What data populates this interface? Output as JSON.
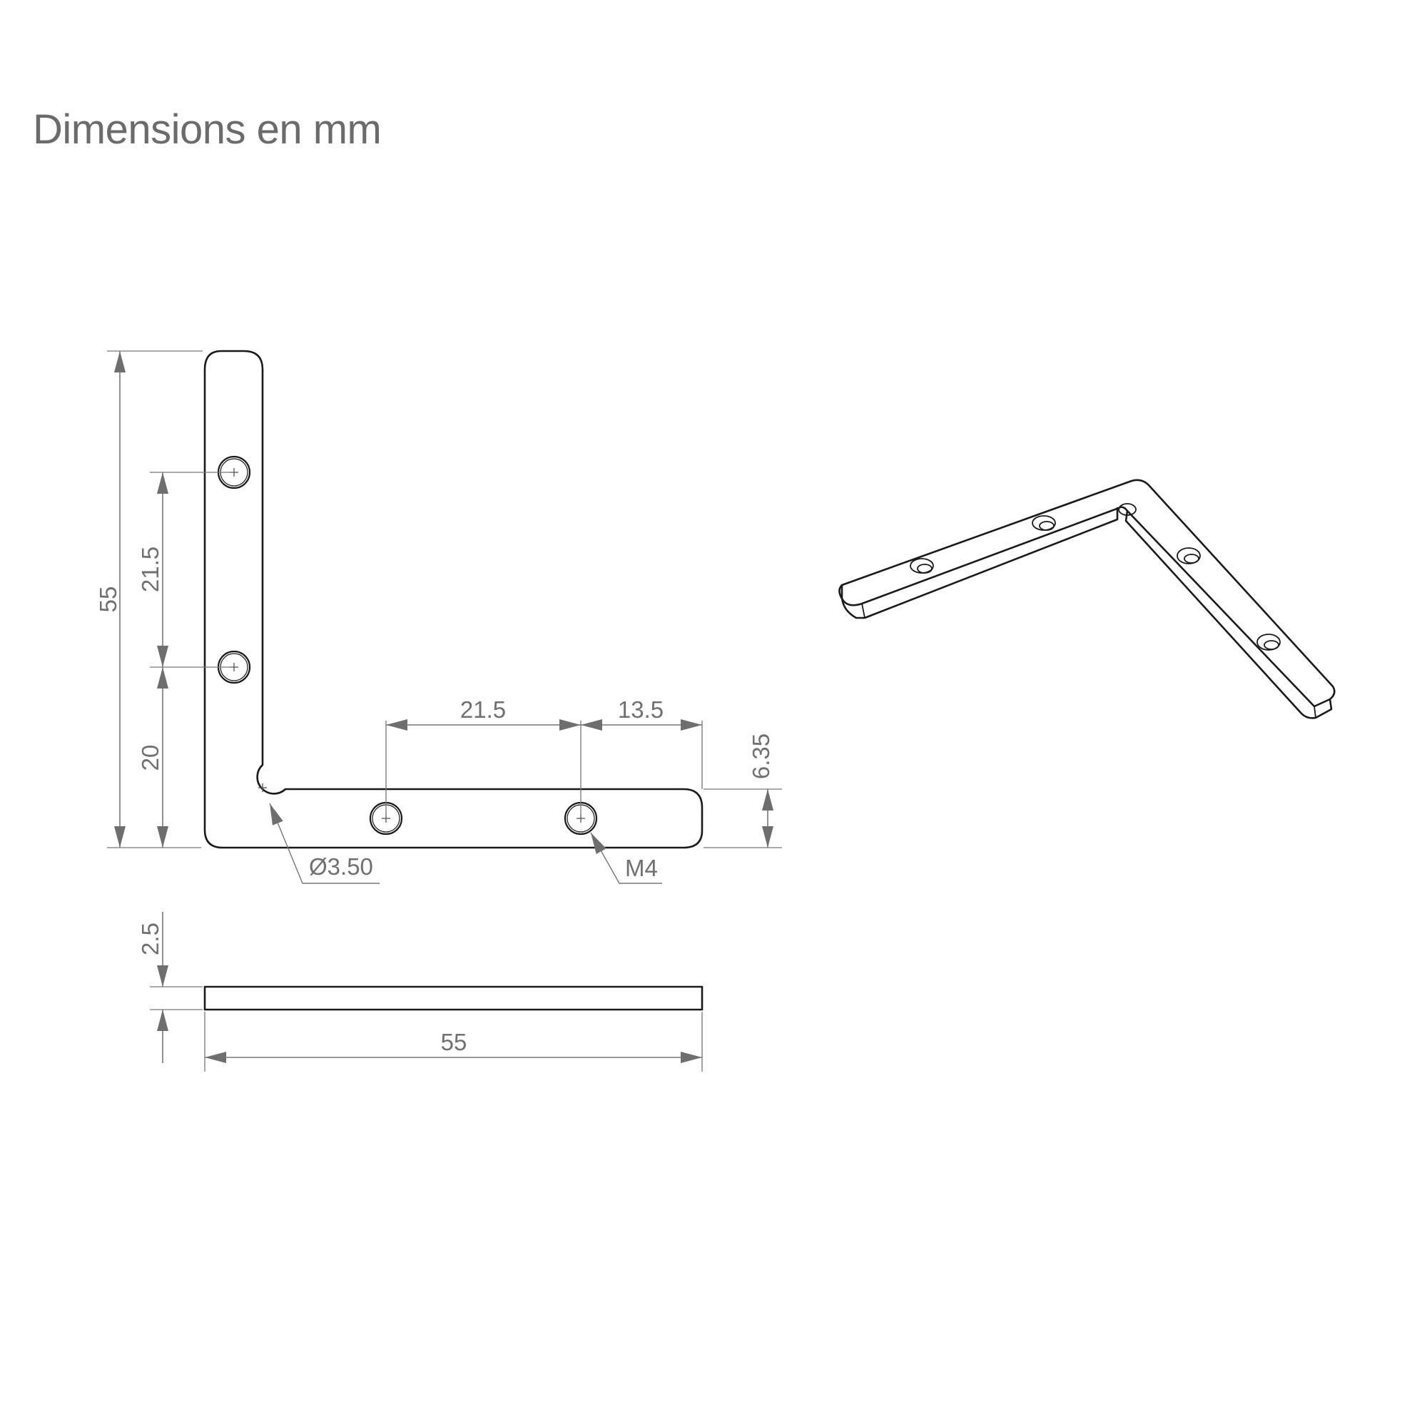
{
  "title": "Dimensions en mm",
  "dimensions": {
    "overall_height": "55",
    "hole_spacing_vertical": "21.5",
    "hole_offset_vertical": "20",
    "hole_spacing_horizontal": "21.5",
    "hole_offset_horizontal": "13.5",
    "arm_width": "6.35",
    "relief_hole_diameter": "Ø3.50",
    "screw_hole": "M4",
    "thickness": "2.5",
    "overall_length": "55"
  }
}
